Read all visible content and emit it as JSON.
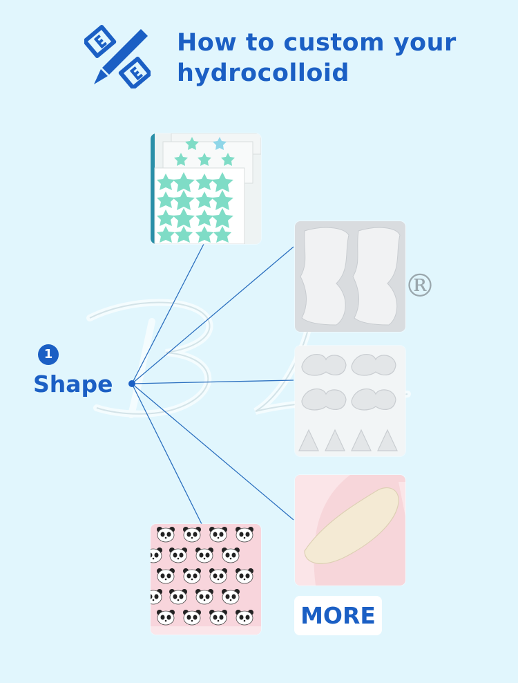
{
  "header": {
    "title_line1": "How to custom your",
    "title_line2": "hydrocolloid",
    "icon": "pencil-edit-icon"
  },
  "step": {
    "number": "1",
    "label": "Shape"
  },
  "more_label": "MORE",
  "registered_mark": "®",
  "colors": {
    "background": "#e1f6fd",
    "accent": "#1b5fc4",
    "star_patch": "#7fdcc6",
    "panda_bg": "#f8d5dc"
  },
  "tiles": [
    {
      "name": "star-shaped-patches"
    },
    {
      "name": "nose-strip-patches"
    },
    {
      "name": "chin-and-triangle-patches"
    },
    {
      "name": "crescent-eye-patch"
    },
    {
      "name": "panda-print-patches"
    }
  ]
}
